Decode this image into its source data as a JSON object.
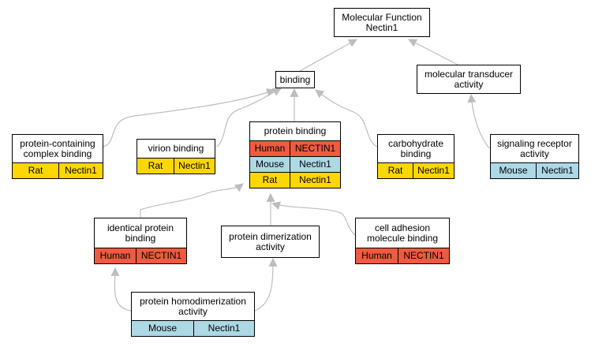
{
  "colors": {
    "human": "#f05a40",
    "mouse": "#add8e6",
    "rat": "#ffd700",
    "edge": "#bdbdbd"
  },
  "nodes": {
    "root": {
      "label": "Molecular Function\nNectin1",
      "rows": []
    },
    "binding": {
      "label": "binding",
      "rows": []
    },
    "transducer": {
      "label": "molecular transducer\nactivity",
      "rows": []
    },
    "protein_complex": {
      "label": "protein-containing\ncomplex binding",
      "rows": [
        {
          "species": "Rat",
          "gene": "Nectin1",
          "color": "rat"
        }
      ]
    },
    "virion": {
      "label": "virion binding",
      "rows": [
        {
          "species": "Rat",
          "gene": "Nectin1",
          "color": "rat"
        }
      ]
    },
    "protein_binding": {
      "label": "protein binding",
      "rows": [
        {
          "species": "Human",
          "gene": "NECTIN1",
          "color": "human"
        },
        {
          "species": "Mouse",
          "gene": "Nectin1",
          "color": "mouse"
        },
        {
          "species": "Rat",
          "gene": "Nectin1",
          "color": "rat"
        }
      ]
    },
    "carbohydrate": {
      "label": "carbohydrate\nbinding",
      "rows": [
        {
          "species": "Rat",
          "gene": "Nectin1",
          "color": "rat"
        }
      ]
    },
    "signaling": {
      "label": "signaling receptor\nactivity",
      "rows": [
        {
          "species": "Mouse",
          "gene": "Nectin1",
          "color": "mouse"
        }
      ]
    },
    "identical": {
      "label": "identical protein\nbinding",
      "rows": [
        {
          "species": "Human",
          "gene": "NECTIN1",
          "color": "human"
        }
      ]
    },
    "dimerization": {
      "label": "protein dimerization\nactivity",
      "rows": []
    },
    "cell_adhesion": {
      "label": "cell adhesion\nmolecule binding",
      "rows": [
        {
          "species": "Human",
          "gene": "NECTIN1",
          "color": "human"
        }
      ]
    },
    "homodimerization": {
      "label": "protein homodimerization\nactivity",
      "rows": [
        {
          "species": "Mouse",
          "gene": "Nectin1",
          "color": "mouse"
        }
      ]
    }
  },
  "edges": [
    {
      "from": "binding",
      "to": "root"
    },
    {
      "from": "transducer",
      "to": "root"
    },
    {
      "from": "protein_complex",
      "to": "binding"
    },
    {
      "from": "virion",
      "to": "binding"
    },
    {
      "from": "protein_binding",
      "to": "binding"
    },
    {
      "from": "carbohydrate",
      "to": "binding"
    },
    {
      "from": "signaling",
      "to": "transducer"
    },
    {
      "from": "identical",
      "to": "protein_binding"
    },
    {
      "from": "dimerization",
      "to": "protein_binding"
    },
    {
      "from": "cell_adhesion",
      "to": "protein_binding"
    },
    {
      "from": "homodimerization",
      "to": "identical"
    },
    {
      "from": "homodimerization",
      "to": "dimerization"
    }
  ]
}
